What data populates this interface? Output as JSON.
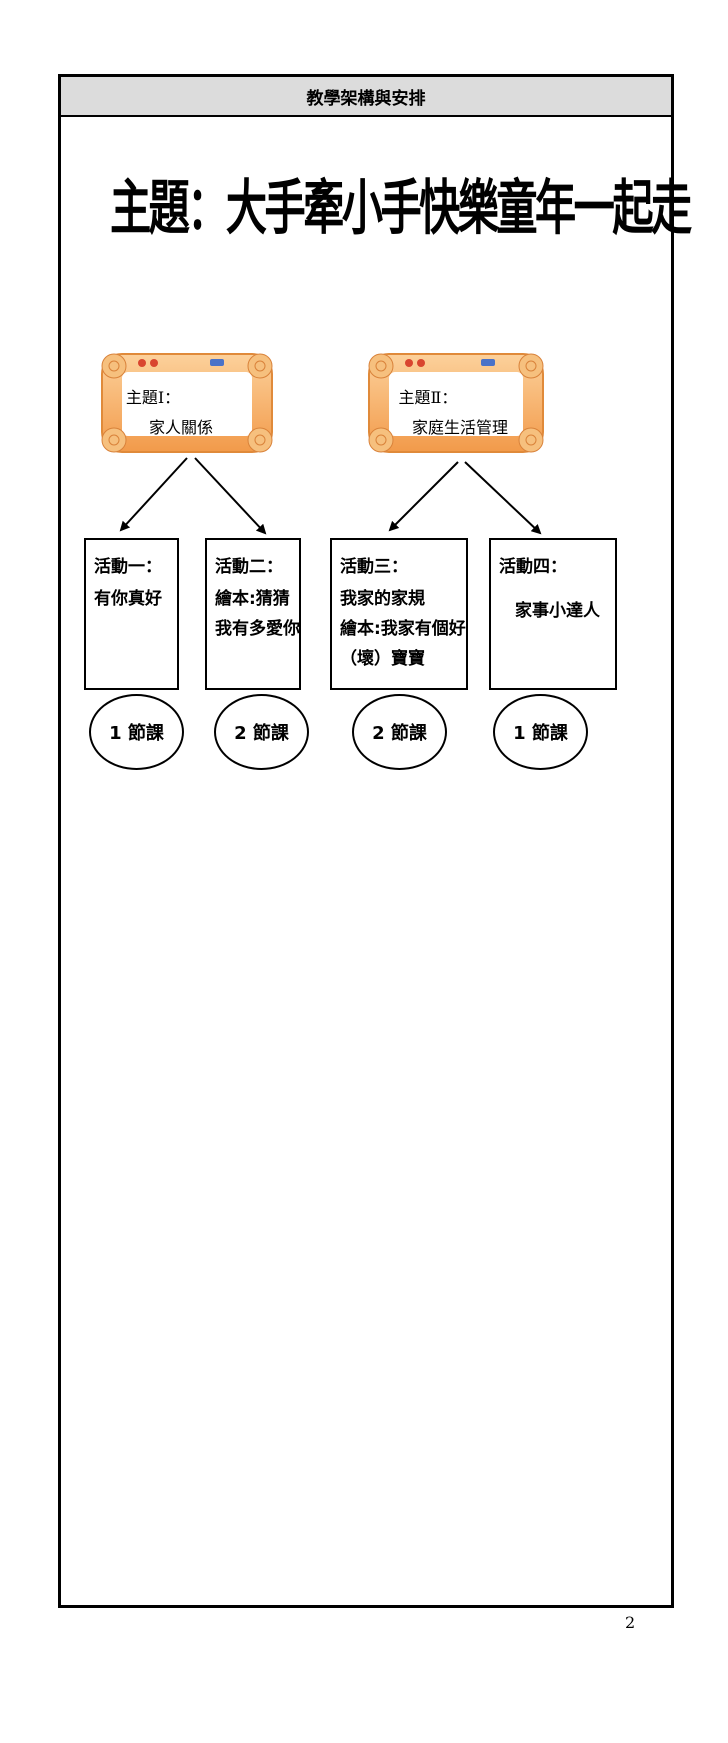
{
  "header": {
    "title": "教學架構與安排"
  },
  "main_title": "主題：大手牽小手快樂童年一起走",
  "themes": [
    {
      "line1": "主題Ⅰ：",
      "line2": "家人關係"
    },
    {
      "line1": "主題Ⅱ：",
      "line2": "家庭生活管理"
    }
  ],
  "activities": [
    {
      "head": "活動一：",
      "lines": [
        "有你真好"
      ]
    },
    {
      "head": "活動二：",
      "lines": [
        "繪本:猜猜",
        "我有多愛你"
      ]
    },
    {
      "head": "活動三：",
      "lines": [
        "我家的家規",
        "繪本:我家有個好",
        "（壞）寶寶"
      ]
    },
    {
      "head": "活動四：",
      "lines": [
        "家事小達人"
      ]
    }
  ],
  "lessons": [
    "1 節課",
    "2 節課",
    "2 節課",
    "1 節課"
  ],
  "page_number": "2",
  "colors": {
    "plaque_fill": "#f7b46a",
    "plaque_edge": "#e08a3a",
    "header_bg": "#dcdcdc"
  }
}
